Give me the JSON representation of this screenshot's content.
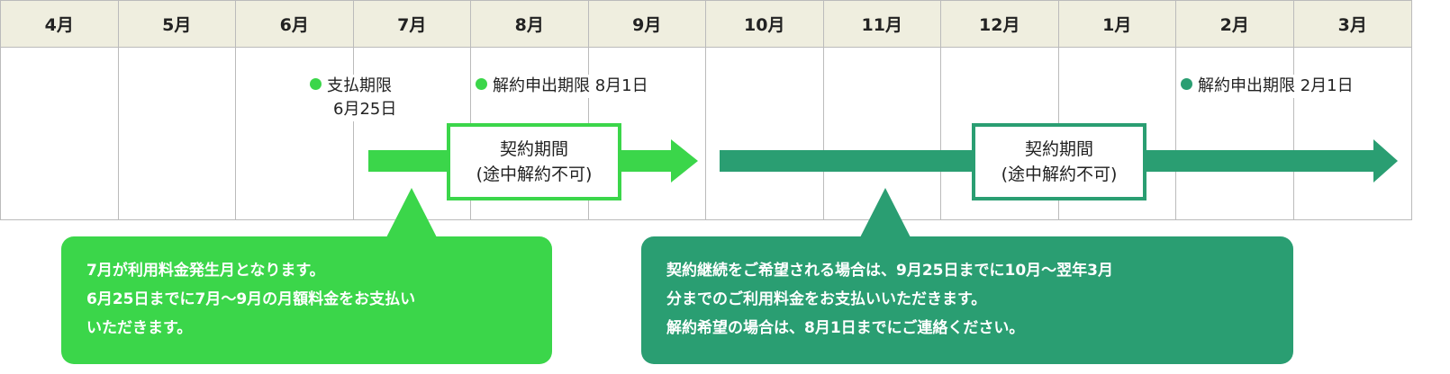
{
  "colors": {
    "light": "#3bd64a",
    "dark": "#2a9e72",
    "header": "#efeedf"
  },
  "months": [
    "4月",
    "5月",
    "6月",
    "7月",
    "8月",
    "9月",
    "10月",
    "11月",
    "12月",
    "1月",
    "2月",
    "3月"
  ],
  "markers": {
    "payment_deadline": {
      "line1": "支払期限",
      "line2": "6月25日"
    },
    "cancel_deadline_1": "解約申出期限 8月1日",
    "cancel_deadline_2": "解約申出期限 2月1日"
  },
  "periods": [
    {
      "line1": "契約期間",
      "line2": "(途中解約不可)"
    },
    {
      "line1": "契約期間",
      "line2": "(途中解約不可)"
    }
  ],
  "callouts": [
    {
      "lines": [
        "7月が利用料金発生月となります。",
        "6月25日までに7月～9月の月額料金をお支払い",
        "いただきます。"
      ]
    },
    {
      "lines": [
        "契約継続をご希望される場合は、9月25日までに10月～翌年3月",
        "分までのご利用料金をお支払いいただきます。",
        "解約希望の場合は、8月1日までにご連絡ください。"
      ]
    }
  ]
}
